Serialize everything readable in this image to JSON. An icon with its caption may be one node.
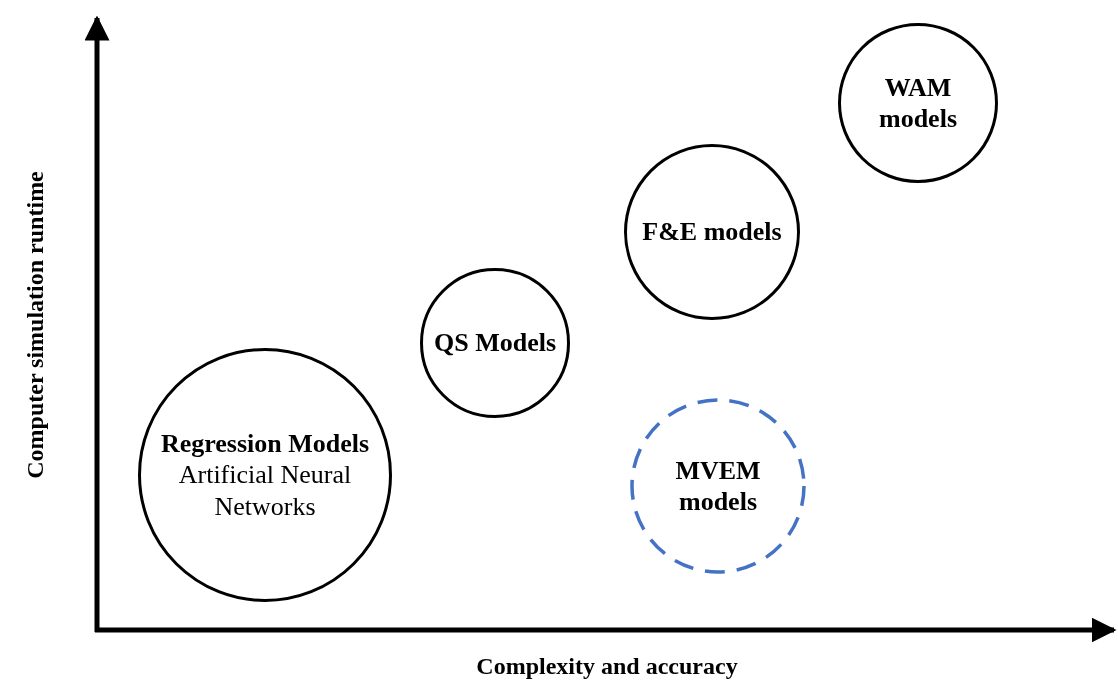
{
  "diagram": {
    "nodes": [
      {
        "text": [
          "Regression Models",
          "Artificial Neural Networks"
        ]
      },
      {
        "text": [
          "QS Models"
        ]
      },
      {
        "text": [
          "F&E models"
        ]
      },
      {
        "text": [
          "WAM models"
        ]
      },
      {
        "text": [
          "MVEM models"
        ]
      }
    ],
    "labels": [
      "Computer simulation runtime",
      "Complexity and accuracy"
    ]
  }
}
